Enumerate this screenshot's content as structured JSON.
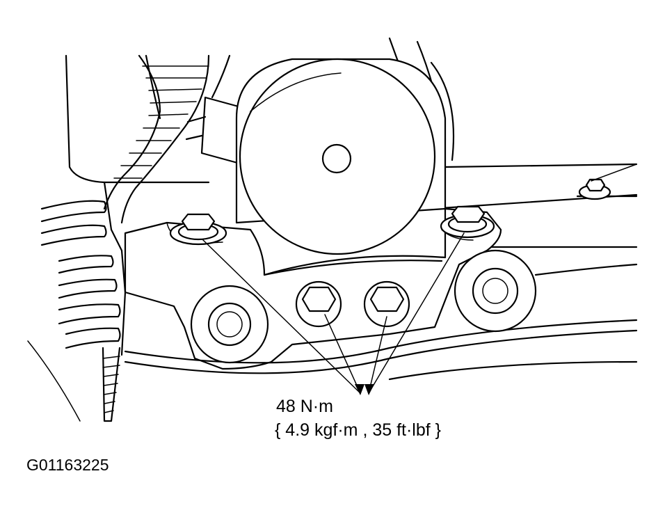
{
  "callout": {
    "torque_value": "48 N·m",
    "torque_alt": "{ 4.9 kgf·m , 35 ft·lbf }"
  },
  "figure": {
    "id": "G01163225"
  }
}
